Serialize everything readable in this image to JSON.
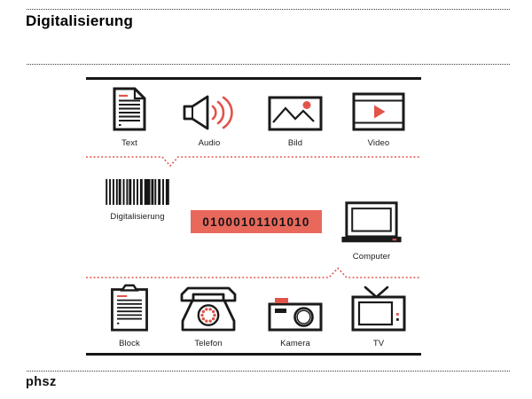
{
  "page": {
    "title": "Digitalisierung",
    "footer_logo": "phsz"
  },
  "colors": {
    "ink": "#1a1a1a",
    "accent_red": "#e0544a",
    "binary_box_fill": "#e8685c"
  },
  "diagram": {
    "media_row": [
      {
        "label": "Text",
        "icon": "document-icon"
      },
      {
        "label": "Audio",
        "icon": "speaker-icon"
      },
      {
        "label": "Bild",
        "icon": "picture-icon"
      },
      {
        "label": "Video",
        "icon": "video-player-icon"
      }
    ],
    "digitize": {
      "barcode_label": "Digitalisierung",
      "binary_value": "01000101101010",
      "computer_label": "Computer"
    },
    "devices_row": [
      {
        "label": "Block",
        "icon": "clipboard-icon"
      },
      {
        "label": "Telefon",
        "icon": "rotary-phone-icon"
      },
      {
        "label": "Kamera",
        "icon": "camera-icon"
      },
      {
        "label": "TV",
        "icon": "tv-icon"
      }
    ]
  }
}
